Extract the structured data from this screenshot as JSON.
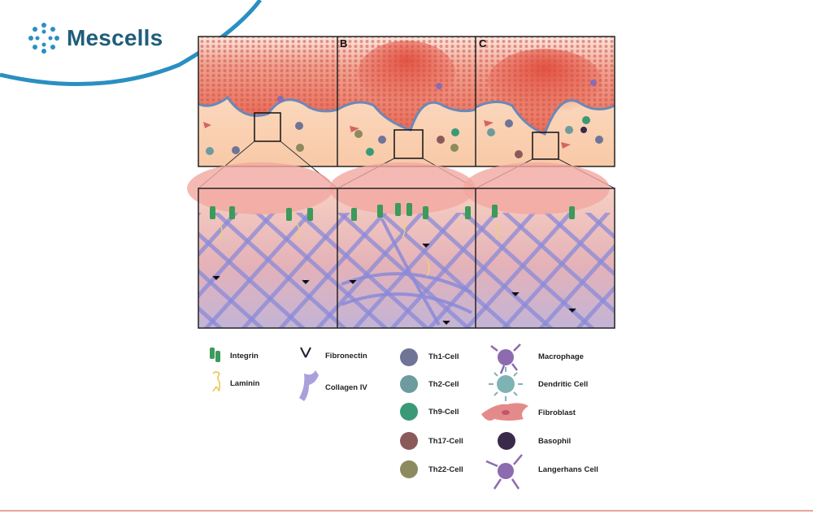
{
  "brand": {
    "name": "Mescells",
    "color": "#1f5d7a",
    "arc_color": "#2a8fc1"
  },
  "panels": [
    {
      "letter": ""
    },
    {
      "letter": "B"
    },
    {
      "letter": "C"
    }
  ],
  "legend": {
    "molecules": [
      {
        "label": "Integrin",
        "icon": "integrin-icon"
      },
      {
        "label": "Laminin",
        "icon": "laminin-icon"
      },
      {
        "label": "Fibronectin",
        "icon": "fibronectin-icon"
      },
      {
        "label": "Collagen IV",
        "icon": "collagen-icon"
      }
    ],
    "tcells": [
      {
        "label": "Th1-Cell",
        "color": "#6e7597"
      },
      {
        "label": "Th2-Cell",
        "color": "#6d9b9e"
      },
      {
        "label": "Th9-Cell",
        "color": "#3a9a78"
      },
      {
        "label": "Th17-Cell",
        "color": "#8a5a5a"
      },
      {
        "label": "Th22-Cell",
        "color": "#8d8a5e"
      }
    ],
    "other_cells": [
      {
        "label": "Macrophage",
        "icon": "macrophage-icon"
      },
      {
        "label": "Dendritic Cell",
        "icon": "dendritic-cell-icon"
      },
      {
        "label": "Fibroblast",
        "icon": "fibroblast-icon"
      },
      {
        "label": "Basophil",
        "icon": "basophil-icon"
      },
      {
        "label": "Langerhans Cell",
        "icon": "langerhans-cell-icon"
      }
    ]
  }
}
